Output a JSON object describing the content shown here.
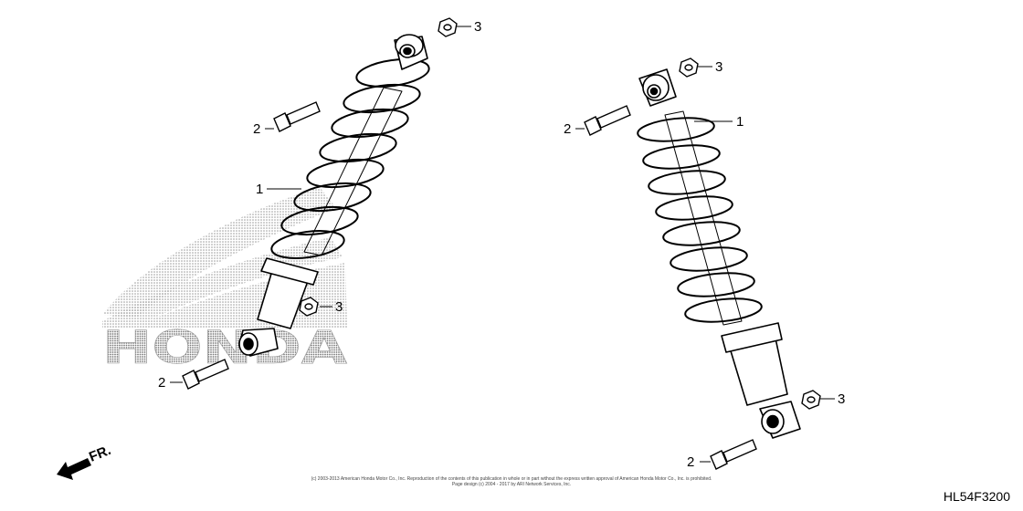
{
  "callouts": {
    "shock_absorber": "1",
    "flange_bolt": "2",
    "flange_nut": "3"
  },
  "watermark": {
    "text": "HONDA"
  },
  "direction": {
    "label": "FR."
  },
  "diagram_code": "HL54F3200",
  "copyright": {
    "line1": "(c) 2003-2013 American Honda Motor Co., Inc. Reproduction of the contents of this publication in whole or in part without the express written approval of American Honda Motor Co., Inc. is prohibited.",
    "line2": "Page design (c) 2004 - 2017 by ARI Network Services, Inc."
  }
}
